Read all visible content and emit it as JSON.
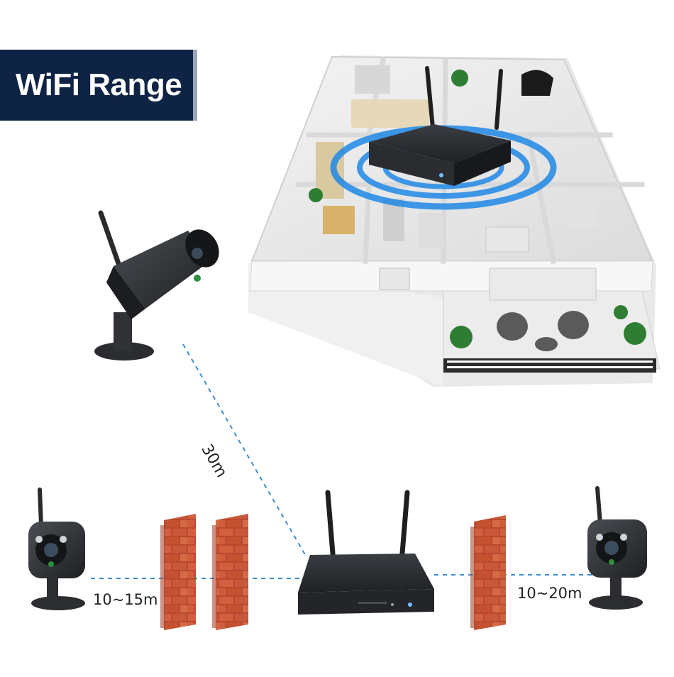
{
  "title": "WiFi Range",
  "distances": {
    "diagonal": "30m",
    "left": "10~15m",
    "right": "10~20m"
  },
  "colors": {
    "banner": "#0f2344",
    "wifi_rings": "#1e88e5",
    "dashed_line": "#3a8fd6",
    "brick": "#c8553a",
    "device": "#2b2d31"
  },
  "icons": {
    "house": "house-floorplan-icon",
    "nvr": "nvr-recorder-icon",
    "camera": "bullet-camera-icon",
    "wall": "brick-wall-icon"
  }
}
